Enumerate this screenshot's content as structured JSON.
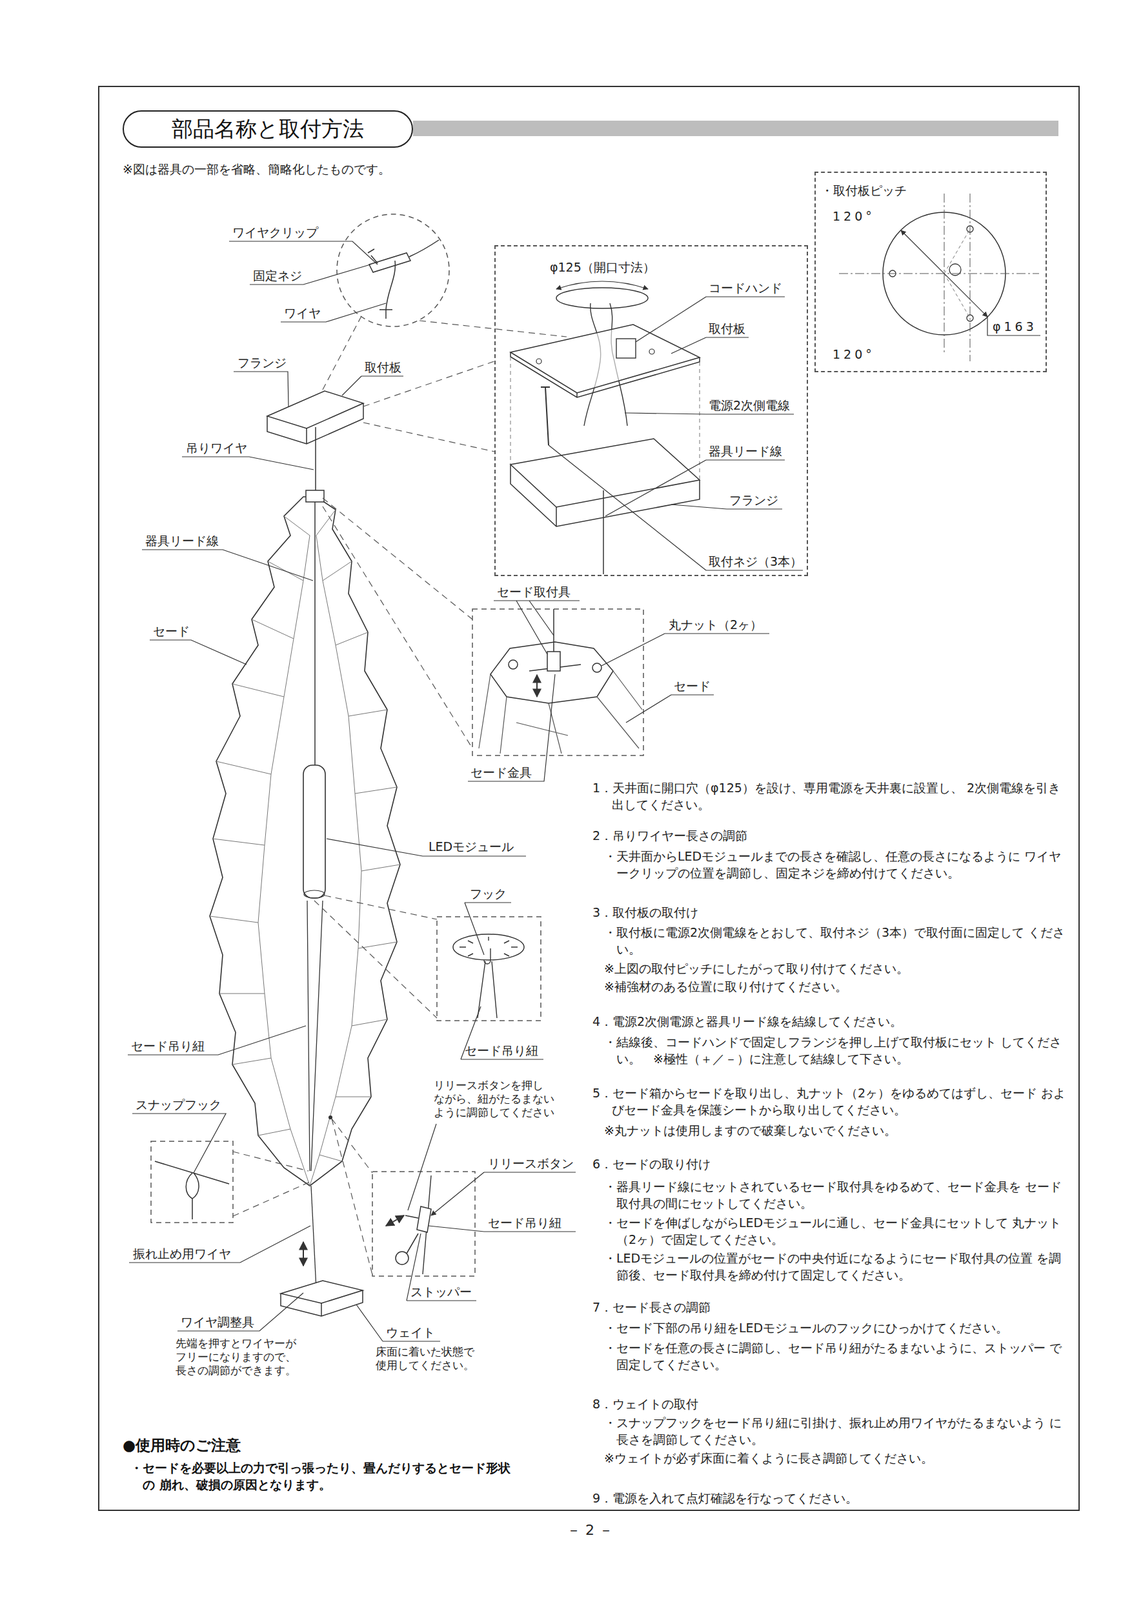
{
  "diagram": {
    "title": "部品名称と取付方法",
    "nodes": [
      {
        "text": [
          "φ125（開口寸法）",
          "コードハンド",
          "取付板",
          "電源2次側電線",
          "器具リード線",
          "フランジ",
          "取付ネジ（3本）"
        ]
      },
      {
        "text": [
          "・取付板ピッチ",
          "120°",
          "φ163",
          "120°"
        ]
      }
    ],
    "labels": [
      "※図は器具の一部を省略、簡略化したものです。",
      "ワイヤクリップ",
      "固定ネジ",
      "ワイヤ",
      "フランジ",
      "取付板",
      "吊りワイヤ",
      "器具リード線",
      "セード",
      "セード取付具",
      "丸ナット（2ヶ）",
      "セード",
      "セード金具",
      "LEDモジュール",
      "フック",
      "セード吊り紐",
      "セード吊り紐",
      "スナップフック",
      "リリースボタンを押し ながら、紐がたるまない ように調節してください",
      "リリースボタン",
      "セード吊り紐",
      "振れ止め用ワイヤ",
      "ストッパー",
      "ワイヤ調整具",
      "先端を押すとワイヤーが フリーになりますので、 長さの調節ができます。",
      "ウェイト",
      "床面に着いた状態で 使用してください。",
      "1．天井面に開口穴（φ125）を設け、専用電源を天井裏に設置し、 2次側電線を引き出してください。",
      "2．吊りワイヤー長さの調節",
      "・天井面からLEDモジュールまでの長さを確認し、任意の長さになるように ワイヤークリップの位置を調節し、固定ネジを締め付けてください。",
      "3．取付板の取付け",
      "・取付板に電源2次側電線をとおして、取付ネジ（3本）で取付面に固定して ください。",
      "※上図の取付ピッチにしたがって取り付けてください。",
      "※補強材のある位置に取り付けてください。",
      "4．電源2次側電源と器具リード線を結線してください。",
      "・結線後、コードハンドで固定しフランジを押し上げて取付板にセット してください。　※極性（＋／－）に注意して結線して下さい。",
      "5．セード箱からセードを取り出し、丸ナット（2ヶ）をゆるめてはずし、セード およびセード金具を保護シートから取り出してください。",
      "※丸ナットは使用しますので破棄しないでください。",
      "6．セードの取り付け",
      "・器具リード線にセットされているセード取付具をゆるめて、セード金具を セード取付具の間にセットしてください。",
      "・セードを伸ばしながらLEDモジュールに通し、セード金具にセットして 丸ナット（2ヶ）で固定してください。",
      "・LEDモジュールの位置がセードの中央付近になるようにセード取付具の位置 を調節後、セード取付具を締め付けて固定してください。",
      "7．セード長さの調節",
      "・セード下部の吊り紐をLEDモジュールのフックにひっかけてください。",
      "・セードを任意の長さに調節し、セード吊り紐がたるまないように、ストッパー で固定してください。",
      "8．ウェイトの取付",
      "・スナップフックをセード吊り紐に引掛け、振れ止め用ワイヤがたるまないよう に長さを調節してください。",
      "※ウェイトが必ず床面に着くように長さ調節してください。",
      "9．電源を入れて点灯確認を行なってください。",
      "●使用時のご注意",
      "・セードを必要以上の力で引っ張ったり、畳んだりするとセード形状の 崩れ、破損の原因となります。",
      "－ 2 －"
    ]
  }
}
